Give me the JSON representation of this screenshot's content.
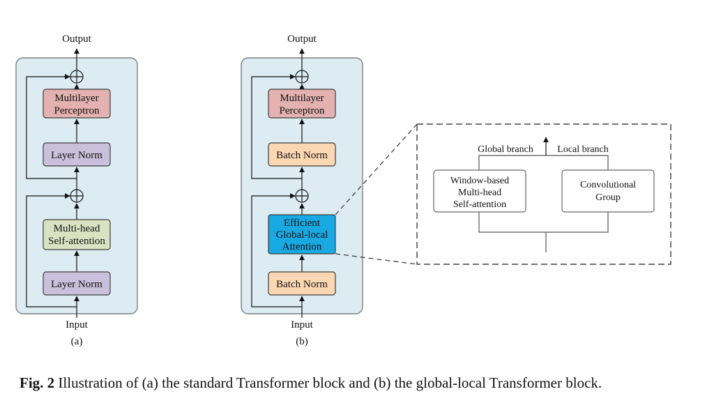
{
  "colors": {
    "container_fill": "#dcecf2",
    "container_stroke": "#7f7f7f",
    "mlp_fill": "#e2b1b0",
    "layer_norm_fill": "#cbc0db",
    "mhsa_fill": "#d9e3c2",
    "batch_norm_fill": "#fcd7b3",
    "egla_fill": "#18a9e2",
    "expanded_box_fill": "#ffffff"
  },
  "diagram_a": {
    "output_label": "Output",
    "input_label": "Input",
    "sublabel": "(a)",
    "mlp": {
      "line1": "Multilayer",
      "line2": "Perceptron"
    },
    "norm_top": "Layer Norm",
    "attention": {
      "line1": "Multi-head",
      "line2": "Self-attention"
    },
    "norm_bottom": "Layer Norm"
  },
  "diagram_b": {
    "output_label": "Output",
    "input_label": "Input",
    "sublabel": "(b)",
    "mlp": {
      "line1": "Multilayer",
      "line2": "Perceptron"
    },
    "norm_top": "Batch Norm",
    "attention": {
      "line1": "Efficient",
      "line2": "Global-local",
      "line3": "Attention"
    },
    "norm_bottom": "Batch Norm"
  },
  "expanded_view": {
    "global_branch_label": "Global branch",
    "local_branch_label": "Local branch",
    "window_attention": {
      "line1": "Window-based",
      "line2": "Multi-head",
      "line3": "Self-attention"
    },
    "conv_group": {
      "line1": "Convolutional",
      "line2": "Group"
    }
  },
  "caption": {
    "label": "Fig. 2",
    "text": "Illustration of (a) the standard Transformer block and (b) the global-local Transformer block."
  }
}
